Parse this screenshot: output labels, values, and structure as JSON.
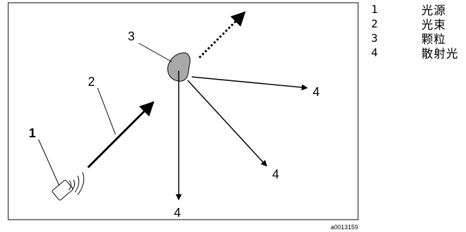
{
  "figure": {
    "id": "a0013159",
    "callouts": {
      "light_source": "1",
      "beam": "2",
      "particle": "3",
      "scatter_right": "4",
      "scatter_diag": "4",
      "scatter_down": "4"
    }
  },
  "legend": [
    {
      "key": "1",
      "label": "光源"
    },
    {
      "key": "2",
      "label": "光束"
    },
    {
      "key": "3",
      "label": "颗粒"
    },
    {
      "key": "4",
      "label": "散射光"
    }
  ]
}
